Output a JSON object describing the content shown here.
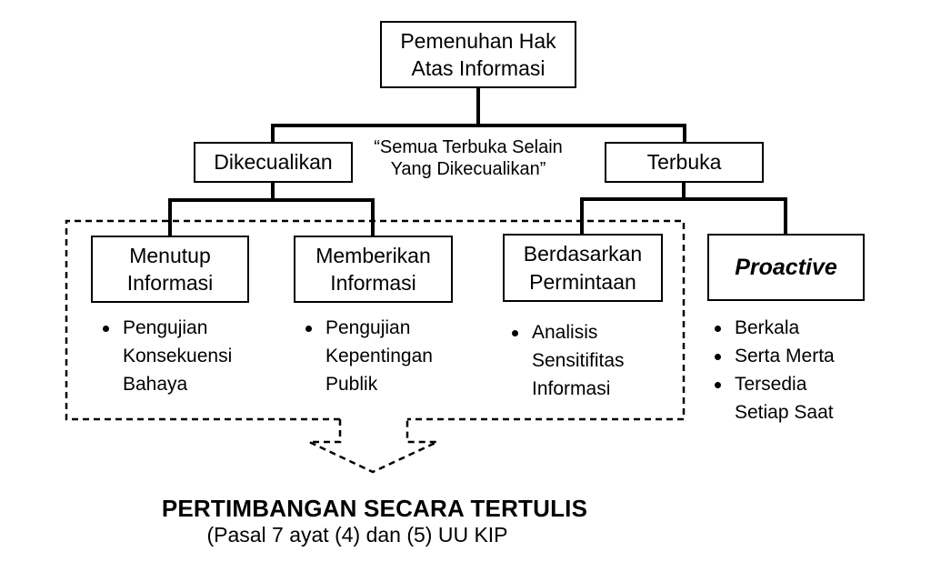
{
  "colors": {
    "ink": "#000000",
    "background": "#ffffff"
  },
  "diagram": {
    "root": {
      "label": "Pemenuhan Hak\nAtas Informasi"
    },
    "quote": "“Semua Terbuka Selain\nYang Dikecualikan”",
    "level1": [
      {
        "label": "Dikecualikan"
      },
      {
        "label": "Terbuka"
      }
    ],
    "level2": [
      {
        "label": "Menutup\nInformasi",
        "bullets": [
          "Pengujian\nKonsekuensi\nBahaya"
        ]
      },
      {
        "label": "Memberikan\nInformasi",
        "bullets": [
          "Pengujian\nKepentingan\nPublik"
        ]
      },
      {
        "label": "Berdasarkan\nPermintaan",
        "bullets": [
          "Analisis\nSensitifitas\nInformasi"
        ]
      },
      {
        "label": "Proactive",
        "bullets": [
          "Berkala",
          "Serta Merta",
          "Tersedia\nSetiap Saat"
        ]
      }
    ],
    "footer": {
      "title": "PERTIMBANGAN SECARA TERTULIS",
      "subtitle": "(Pasal 7 ayat (4) dan (5) UU KIP"
    }
  }
}
